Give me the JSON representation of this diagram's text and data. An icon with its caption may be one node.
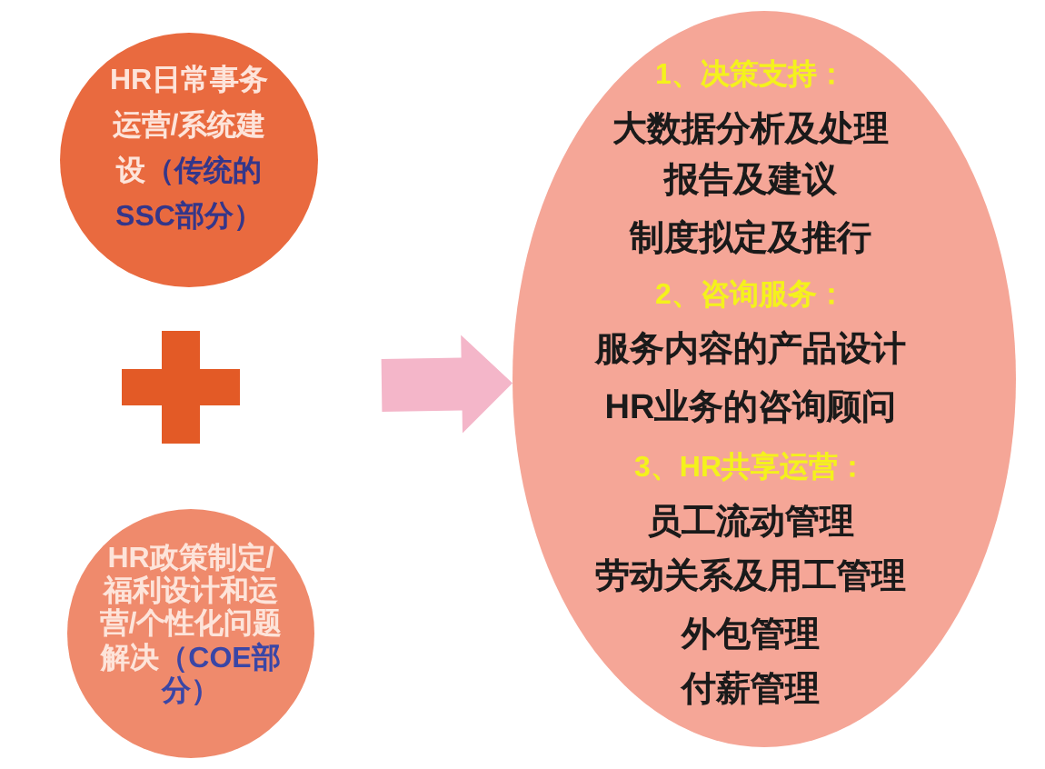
{
  "diagram": {
    "nodes": [
      {
        "text": [
          "HR日常事务运营/系统建设",
          "（传统的SSC部分）"
        ]
      },
      {
        "text": [
          "HR政策制定/福利设计和运营/个性化问题解决",
          "（COE部分）"
        ]
      },
      {
        "text": [
          "1、决策支持：",
          "大数据分析及处理",
          "报告及建议",
          "制度拟定及推行",
          "2、咨询服务：",
          "服务内容的产品设计",
          "HR业务的咨询顾问",
          "3、HR共享运营：",
          "员工流动管理",
          "劳动关系及用工管理",
          "外包管理",
          "付薪管理"
        ]
      }
    ],
    "edges": [
      {
        "from": null,
        "to": 2,
        "arrow": "to"
      }
    ]
  }
}
